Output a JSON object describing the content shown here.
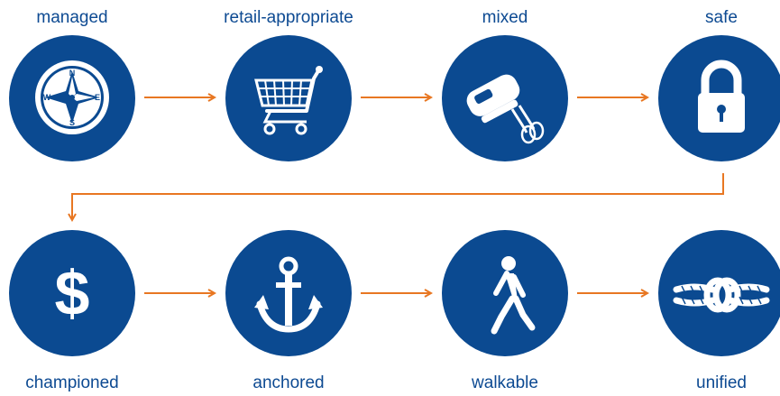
{
  "steps": [
    {
      "label": "managed",
      "icon": "compass-icon"
    },
    {
      "label": "retail-appropriate",
      "icon": "shopping-cart-icon"
    },
    {
      "label": "mixed",
      "icon": "hand-mixer-icon"
    },
    {
      "label": "safe",
      "icon": "padlock-icon"
    },
    {
      "label": "championed",
      "icon": "dollar-sign-icon"
    },
    {
      "label": "anchored",
      "icon": "anchor-icon"
    },
    {
      "label": "walkable",
      "icon": "walking-person-icon"
    },
    {
      "label": "unified",
      "icon": "rope-knot-icon"
    }
  ],
  "compass": {
    "n": "N",
    "s": "S",
    "e": "E",
    "w": "W"
  },
  "dollar": "$",
  "colors": {
    "circle": "#0b4a91",
    "arrow": "#e87722",
    "label": "#0d4a92",
    "icon": "#ffffff"
  }
}
